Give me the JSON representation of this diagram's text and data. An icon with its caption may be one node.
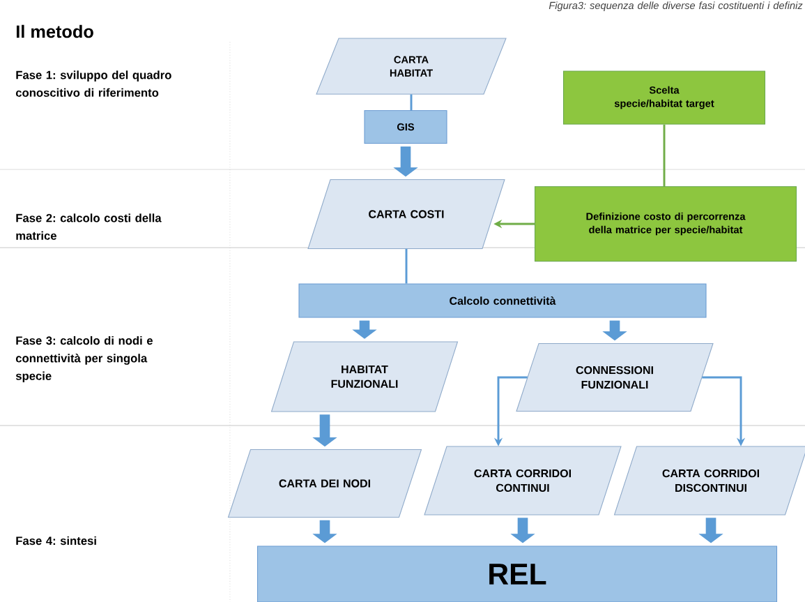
{
  "diagram": {
    "title": "Il metodo",
    "caption": "Figura3: sequenza delle diverse fasi costituenti i definiz",
    "nodes": [
      {
        "text": [
          "CARTA HABITAT"
        ]
      },
      {
        "text": [
          "GIS"
        ]
      },
      {
        "text": [
          "Scelta specie/habitat target"
        ]
      },
      {
        "text": [
          "CARTA COSTI"
        ]
      },
      {
        "text": [
          "Definizione costo di percorrenza della matrice per specie/habitat"
        ]
      },
      {
        "text": [
          "Calcolo connettività"
        ]
      },
      {
        "text": [
          "HABITAT FUNZIONALI"
        ]
      },
      {
        "text": [
          "CONNESSIONI FUNZIONALI"
        ]
      },
      {
        "text": [
          "CARTA DEI NODI"
        ]
      },
      {
        "text": [
          "CARTA CORRIDOI CONTINUI"
        ]
      },
      {
        "text": [
          "CARTA CORRIDOI DISCONTINUI"
        ]
      },
      {
        "text": [
          "REL"
        ]
      }
    ],
    "edges": [
      {
        "from": 0,
        "to": 1,
        "arrow": "none"
      },
      {
        "from": 1,
        "to": 3,
        "arrow": "to"
      },
      {
        "from": 2,
        "to": 4,
        "arrow": "none",
        "color": "#70ad47"
      },
      {
        "from": 4,
        "to": 3,
        "arrow": "to",
        "color": "#70ad47"
      },
      {
        "from": 3,
        "to": 5,
        "arrow": "none"
      },
      {
        "from": 5,
        "to": 6,
        "arrow": "to"
      },
      {
        "from": 5,
        "to": 7,
        "arrow": "to"
      },
      {
        "from": 7,
        "to": 9,
        "arrow": "to"
      },
      {
        "from": 7,
        "to": 10,
        "arrow": "to"
      },
      {
        "from": 6,
        "to": 8,
        "arrow": "to"
      },
      {
        "from": 8,
        "to": 11,
        "arrow": "to"
      },
      {
        "from": 9,
        "to": 11,
        "arrow": "to"
      },
      {
        "from": 10,
        "to": 11,
        "arrow": "to"
      }
    ],
    "labels": [
      "Fase 1: sviluppo del quadro conoscitivo di riferimento",
      "Fase 2: calcolo costi della matrice",
      "Fase 3: calcolo di nodi e connettività per singola specie",
      "Fase 4:  sintesi"
    ]
  }
}
